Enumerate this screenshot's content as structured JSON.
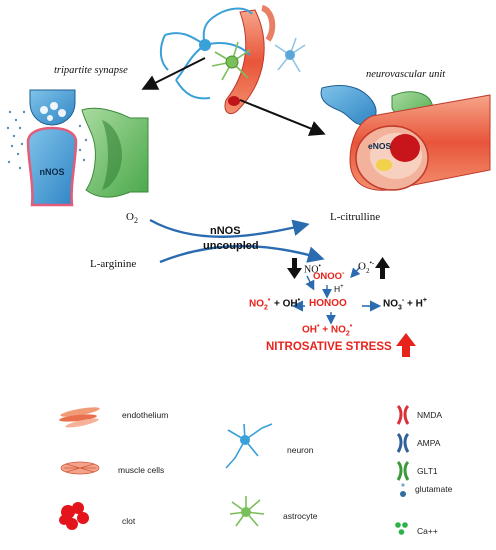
{
  "top": {
    "left_label": "tripartite synapse",
    "right_label": "neurovascular unit",
    "nnos_label": "nNOS",
    "enos_label": "eNOS"
  },
  "pathway": {
    "o2": "O",
    "o2_sub": "2",
    "l_citrulline": "L-citrulline",
    "l_arginine": "L-arginine",
    "nnos": "nNOS",
    "uncoupled": "uncoupled",
    "no_rad": "NO",
    "no_rad_sup": "•",
    "superoxide": "O",
    "superoxide_sub": "2",
    "superoxide_sup": "•-",
    "onoo": "ONOO",
    "onoo_sup": "-",
    "h_plus": "H",
    "h_plus_sup": "+",
    "no2_left": "NO",
    "no2_left_sub": "2",
    "no2_left_sup": "•",
    "oh_left": "+ OH",
    "oh_left_sup": "•",
    "honoo": "HONOO",
    "no3": "NO",
    "no3_sub": "3",
    "no3_sup": "-",
    "no3_tail": " + H",
    "no3_tail_sup": "+",
    "oh_bottom": "OH",
    "oh_bottom_sup": "•",
    "plus_no2": " + NO",
    "plus_no2_sub": "2",
    "plus_no2_sup": "•",
    "stress": "NITROSATIVE STRESS"
  },
  "legend": {
    "endothelium": "endothelium",
    "muscle_cells": "muscle cells",
    "clot": "clot",
    "neuron": "neuron",
    "astrocyte": "astrocyte",
    "nmda": "NMDA",
    "ampa": "AMPA",
    "glt1": "GLT1",
    "glutamate": "glutamate",
    "ca": "Ca++"
  },
  "colors": {
    "red": "#e8231b",
    "blue": "#2b6cb0",
    "teal": "#2f6fa0",
    "green": "#3a9a3a"
  }
}
